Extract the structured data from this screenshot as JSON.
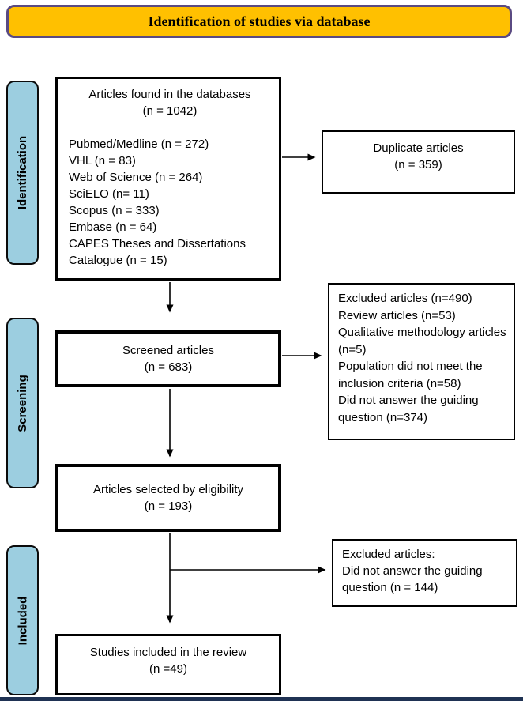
{
  "colors": {
    "banner-bg": "#FFC000",
    "banner-border": "#5A4A82",
    "stage-bg": "#9CCEE0",
    "bottom-bar": "#1F3253"
  },
  "banner": {
    "title": "Identification of studies via database"
  },
  "stages": {
    "identification": "Identification",
    "screening": "Screening",
    "included": "Included"
  },
  "boxes": {
    "found": {
      "title": "Articles found in the databases",
      "count": "(n = 1042)",
      "sources": [
        "Pubmed/Medline (n = 272)",
        "VHL (n = 83)",
        "Web of Science (n = 264)",
        "SciELO (n= 11)",
        "Scopus (n = 333)",
        "Embase (n = 64)",
        "CAPES Theses and Dissertations",
        "Catalogue (n = 15)"
      ]
    },
    "duplicates": {
      "title": "Duplicate articles",
      "count": "(n = 359)"
    },
    "screened": {
      "title": "Screened articles",
      "count": "(n = 683)"
    },
    "excluded_screening": {
      "lines": [
        "Excluded articles (n=490)",
        "Review articles (n=53)",
        "Qualitative methodology articles (n=5)",
        "Population did not meet the inclusion criteria (n=58)",
        "Did not answer the guiding question (n=374)"
      ]
    },
    "eligibility": {
      "title": "Articles selected by eligibility",
      "count": "(n = 193)"
    },
    "excluded_eligibility": {
      "lines": [
        "Excluded articles:",
        "Did not answer the guiding question (n = 144)"
      ]
    },
    "included": {
      "title": "Studies included in the review",
      "count": "(n =49)"
    }
  }
}
